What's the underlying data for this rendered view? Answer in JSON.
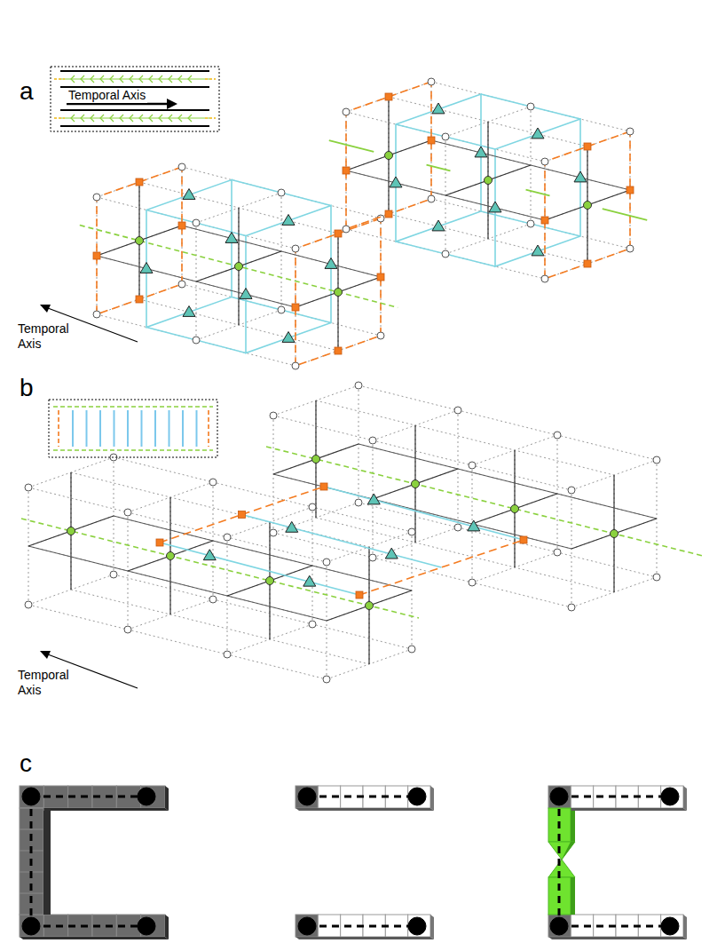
{
  "diagram": {
    "labels": [
      "a",
      "Temporal Axis",
      "Temporal Axis",
      "b",
      "Temporal Axis",
      "c"
    ]
  }
}
